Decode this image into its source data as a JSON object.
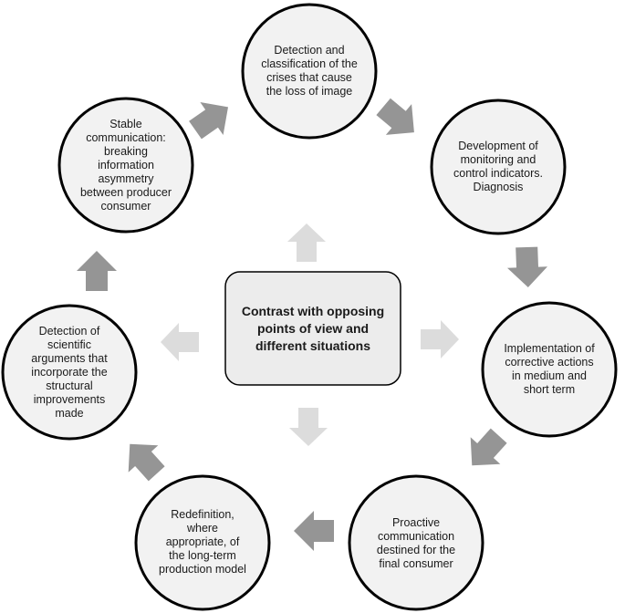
{
  "center": {
    "label": "Contrast with opposing points of view and different situations"
  },
  "steps": [
    {
      "label": "Detection and classification of the crises that cause the loss of image"
    },
    {
      "label": "Development of monitoring and control indicators. Diagnosis"
    },
    {
      "label": "Implementation of corrective actions in medium and short term"
    },
    {
      "label": "Proactive communication destined for the final consumer"
    },
    {
      "label": "Redefinition, where appropriate, of the long-term production model"
    },
    {
      "label": "Detection of scientific arguments that incorporate the structural improvements made"
    },
    {
      "label": "Stable communication: breaking information asymmetry between producer consumer"
    }
  ],
  "colors": {
    "circle_fill": "#f2f2f2",
    "circle_stroke": "#000000",
    "cycle_arrow": "#959595",
    "center_arrow": "#dcdcdc",
    "center_box_fill": "#ececec"
  }
}
